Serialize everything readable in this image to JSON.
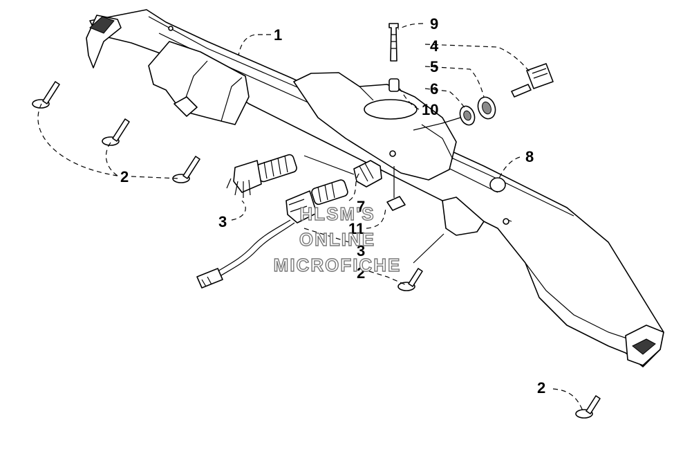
{
  "callouts": {
    "c1": "1",
    "c2a": "2",
    "c2b": "2",
    "c2c": "2",
    "c3a": "3",
    "c3b": "3",
    "c4": "4",
    "c5": "5",
    "c6": "6",
    "c7": "7",
    "c8": "8",
    "c9": "9",
    "c10": "10",
    "c11": "11"
  },
  "watermark": {
    "line1": "HLSM'S",
    "line2": "ONLINE",
    "line3": "MICROFICHE"
  }
}
